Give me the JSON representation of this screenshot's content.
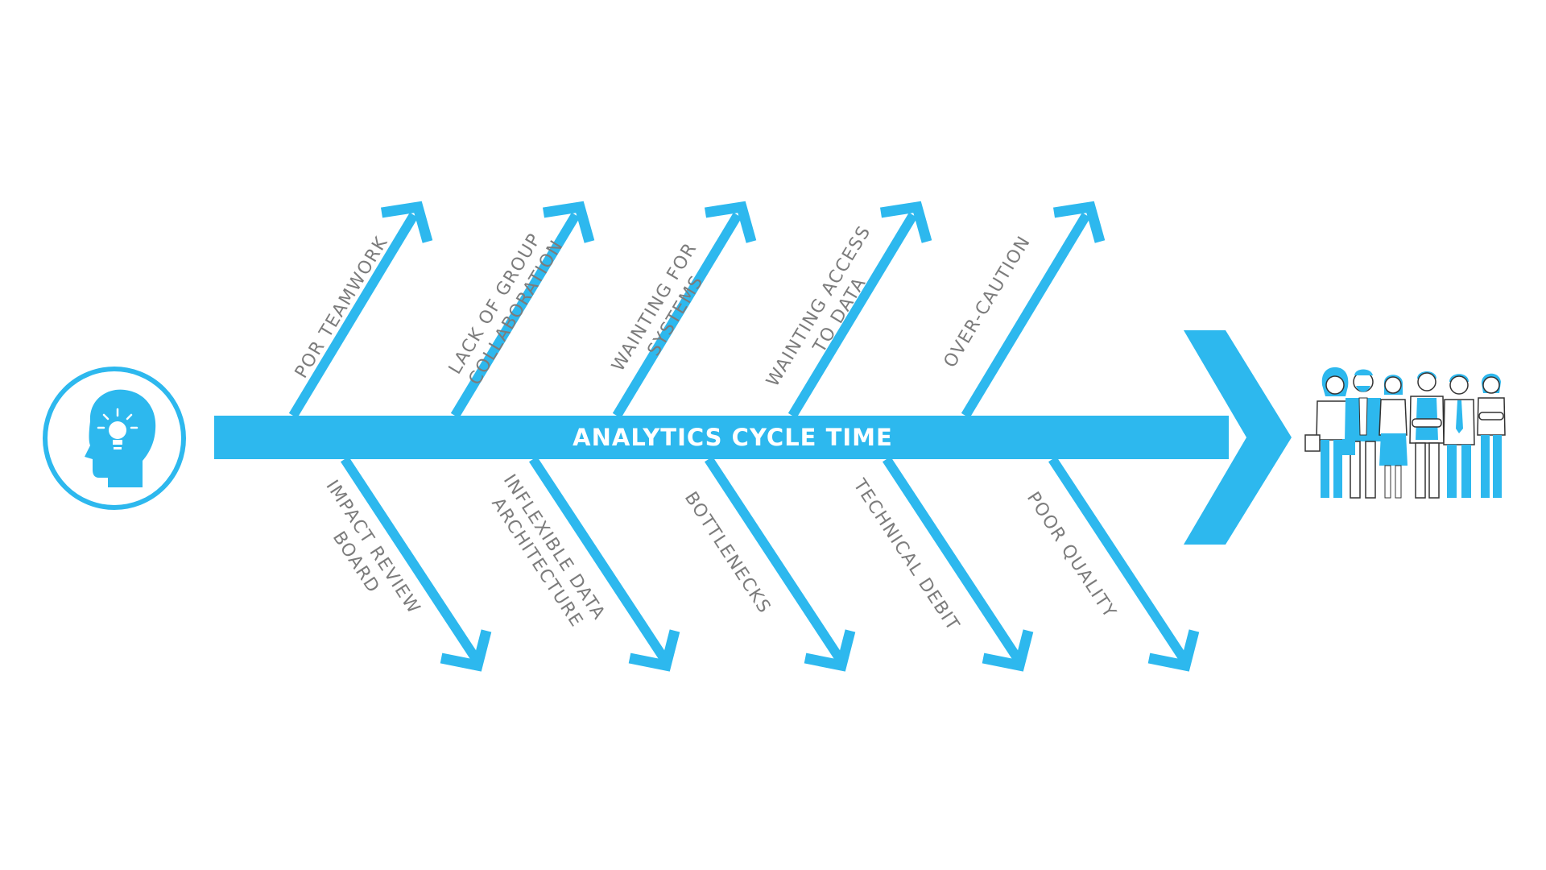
{
  "colors": {
    "accent": "#2DB8EE",
    "label": "#7C7C7C",
    "background": "#FFFFFF",
    "spine_text": "#FFFFFF"
  },
  "diagram": {
    "title": "ANALYTICS CYCLE TIME",
    "left_icon": "head-lightbulb-icon",
    "right_icon": "team-of-people-icon",
    "causes_top": [
      {
        "lines": [
          "POR TEAMWORK"
        ]
      },
      {
        "lines": [
          "LACK OF GROUP",
          "COLLABORATION"
        ]
      },
      {
        "lines": [
          "WAINTING FOR",
          "SYSTEMS"
        ]
      },
      {
        "lines": [
          "WAINTING ACCESS",
          "TO DATA"
        ]
      },
      {
        "lines": [
          "OVER-CAUTION"
        ]
      }
    ],
    "causes_bottom": [
      {
        "lines": [
          "IMPACT REVIEW",
          "BOARD"
        ]
      },
      {
        "lines": [
          "INFLEXIBLE DATA",
          "ARCHITECTURE"
        ]
      },
      {
        "lines": [
          "BOTTLENECKS"
        ]
      },
      {
        "lines": [
          "TECHNICAL DEBIT"
        ]
      },
      {
        "lines": [
          "POOR QUALITY"
        ]
      }
    ]
  }
}
